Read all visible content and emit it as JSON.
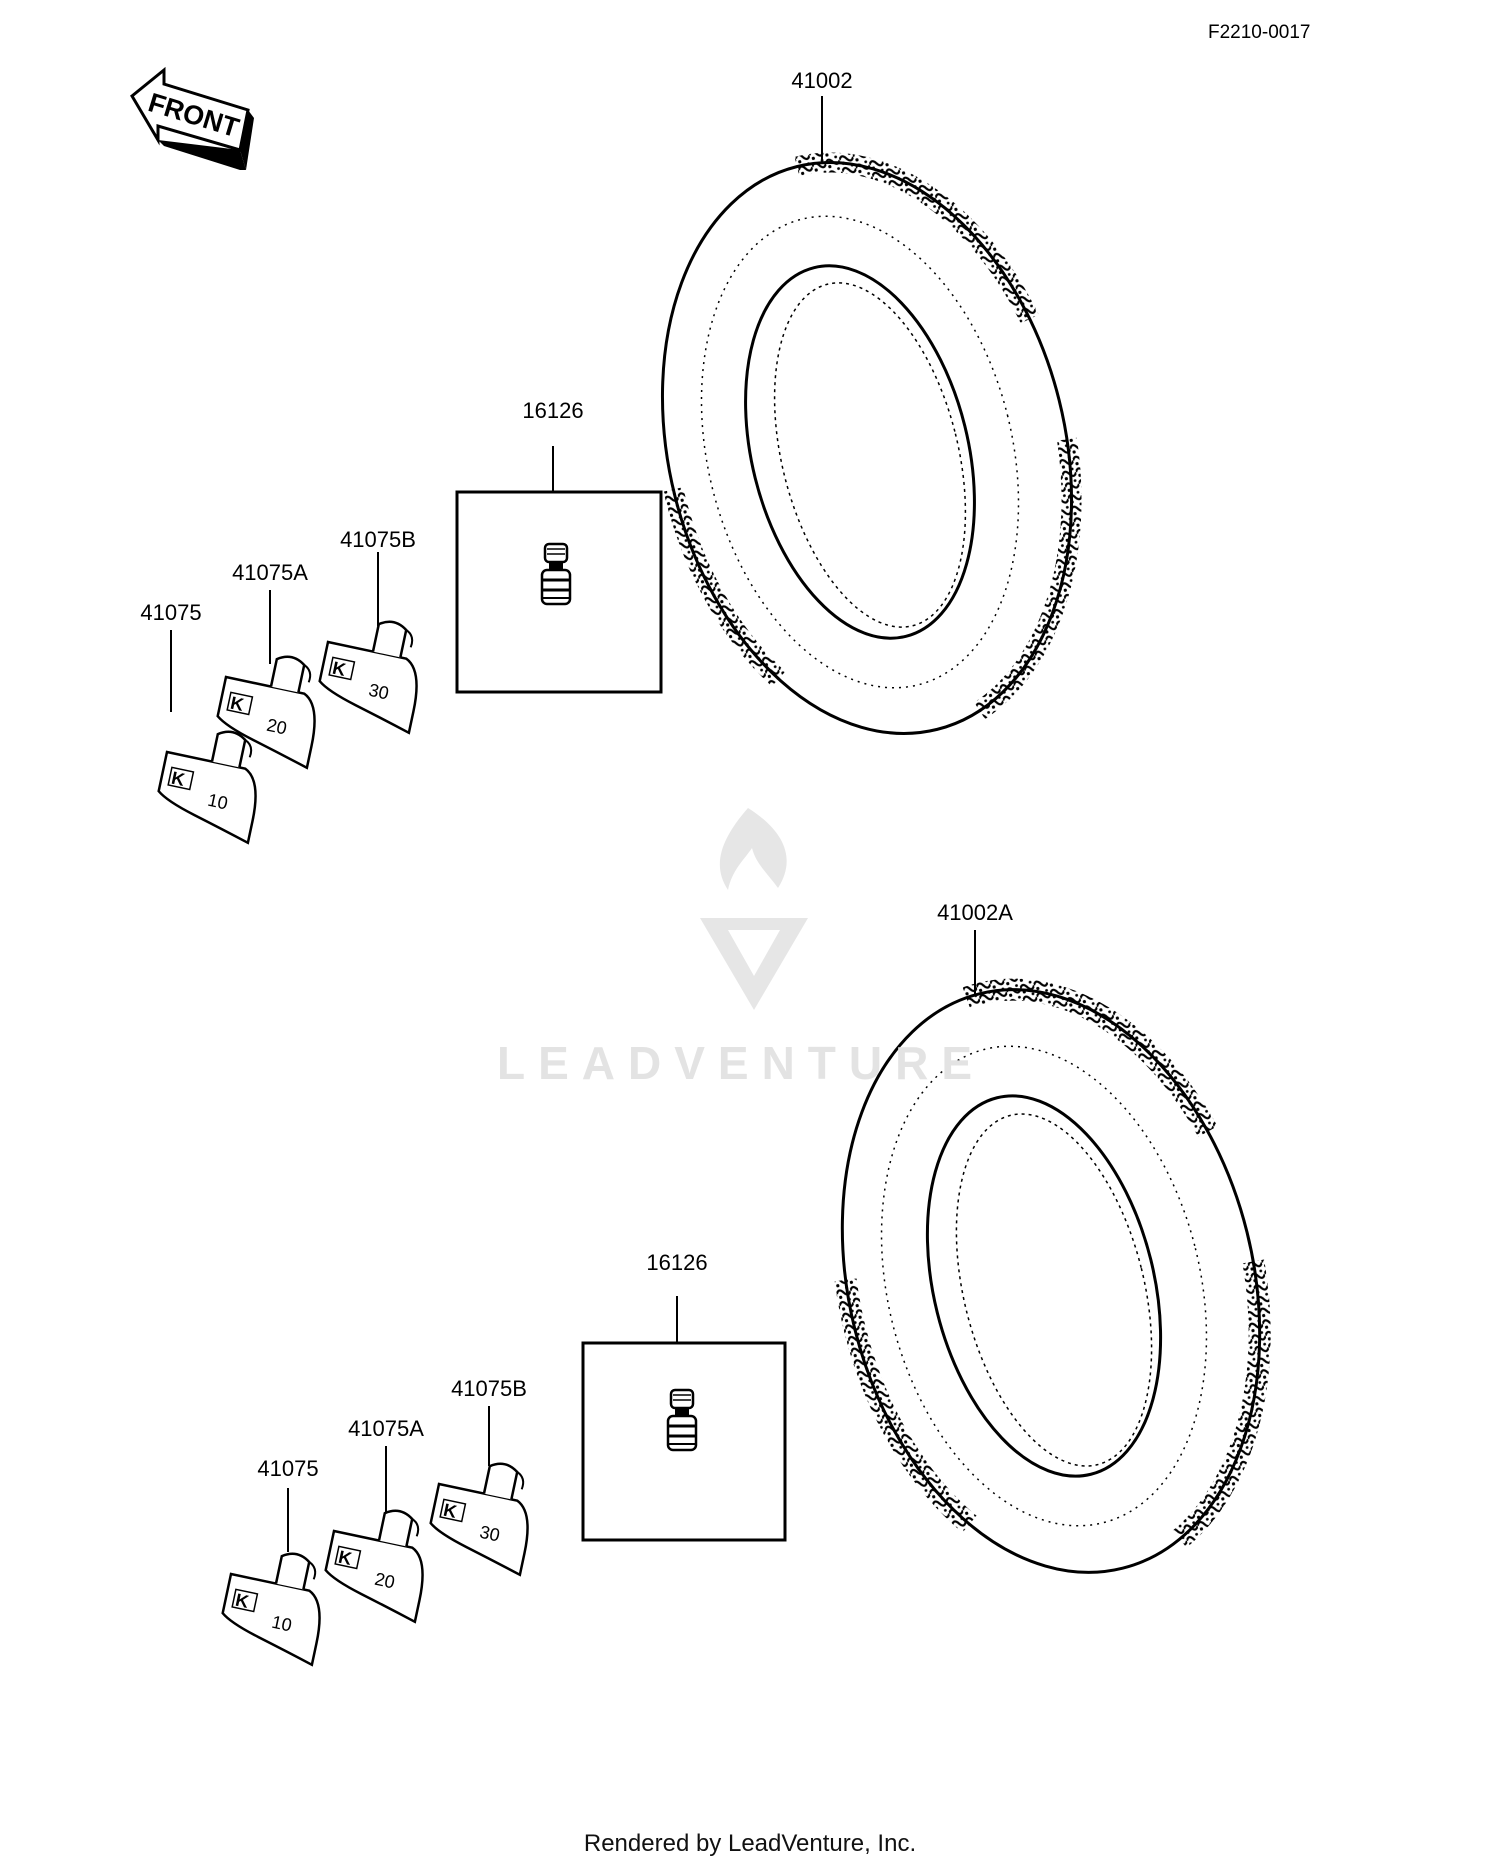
{
  "diagram_code": "F2210-0017",
  "front_arrow_label": "FRONT",
  "watermark": "LEADVENTURE",
  "footer": "Rendered by LeadVenture, Inc.",
  "upper_assembly": {
    "tire": "41002",
    "valve": "16126",
    "weights": [
      "41075",
      "41075A",
      "41075B"
    ],
    "weight_marks": [
      "10",
      "20",
      "30"
    ],
    "weight_logo": "K"
  },
  "lower_assembly": {
    "tire": "41002A",
    "valve": "16126",
    "weights": [
      "41075",
      "41075A",
      "41075B"
    ],
    "weight_marks": [
      "10",
      "20",
      "30"
    ],
    "weight_logo": "K"
  }
}
